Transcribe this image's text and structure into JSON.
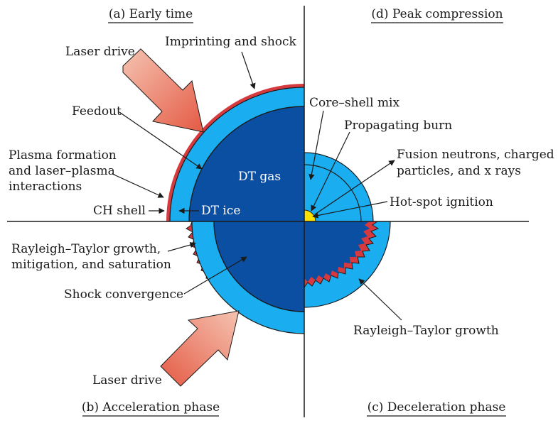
{
  "quadrants": {
    "a": "(a) Early time",
    "b": "(b) Acceleration phase",
    "c": "(c) Deceleration phase",
    "d": "(d) Peak compression"
  },
  "labels": {
    "laser_drive_top": "Laser drive",
    "laser_drive_bottom": "Laser drive",
    "imprinting": "Imprinting and shock",
    "feedout": "Feedout",
    "plasma_1": "Plasma formation",
    "plasma_2": "and laser–plasma",
    "plasma_3": "interactions",
    "ch_shell": "CH shell",
    "dt_ice": "DT ice",
    "dt_gas": "DT gas",
    "rt_growth_1": "Rayleigh–Taylor growth,",
    "rt_growth_2": "mitigation, and saturation",
    "shock_convergence": "Shock convergence",
    "core_shell_mix": "Core–shell mix",
    "propagating_burn": "Propagating burn",
    "fusion_1": "Fusion neutrons, charged",
    "fusion_2": "particles, and x rays",
    "hot_spot": "Hot-spot ignition",
    "rt_growth_c": "Rayleigh–Taylor growth"
  },
  "colors": {
    "ch_shell": "#d63a3f",
    "dt_ice": "#1aaef0",
    "dt_gas": "#0b4fa3",
    "hot_spot": "#ffe100",
    "laser_arrow_start": "#f5c3b1",
    "laser_arrow_end": "#e45a44",
    "lines": "#1a1a1a"
  }
}
